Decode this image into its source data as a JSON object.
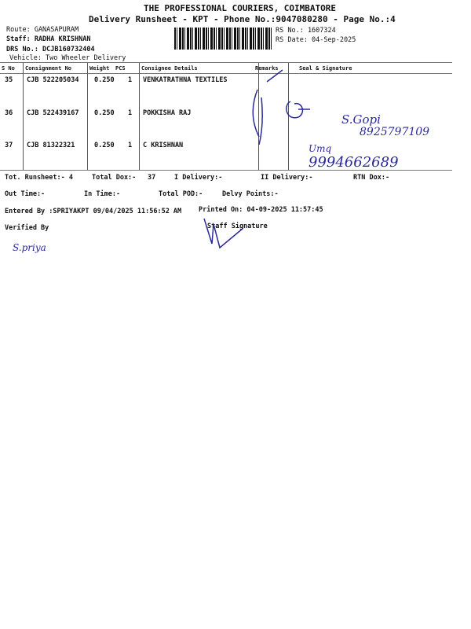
{
  "header": {
    "company": "THE PROFESSIONAL COURIERS, COIMBATORE",
    "subtitle": "Delivery Runsheet - KPT - Phone No.:9047080280 - Page No.:4",
    "route": "Route:  GANASAPURAM",
    "staff": "Staff: RADHA KRISHNAN",
    "drs": "DRS No.: DCJB160732404",
    "vehicle": "Vehicle: Two Wheeler Delivery",
    "rs_no": "RS No.: 1607324",
    "rs_date": "RS Date: 04-Sep-2025"
  },
  "table": {
    "columns": [
      "S No",
      "Consignment No",
      "Weight",
      "PCS",
      "Consignee Details",
      "Remarks",
      "Seal & Signature"
    ],
    "rows": [
      {
        "sno": "35",
        "consignment": "CJB 522205034",
        "weight": "0.250",
        "pcs": "1",
        "consignee": "VENKATRATHNA TEXTILES"
      },
      {
        "sno": "36",
        "consignment": "CJB 522439167",
        "weight": "0.250",
        "pcs": "1",
        "consignee": "POKKISHA RAJ"
      },
      {
        "sno": "37",
        "consignment": "CJB 81322321",
        "weight": "0.250",
        "pcs": "1",
        "consignee": "C KRISHNAN"
      }
    ]
  },
  "summary": {
    "tot_runsheet": "Tot. Runsheet:- 4",
    "total_dox": "Total Dox:-",
    "total_dox_value": "37",
    "i_delivery": "I Delivery:-",
    "ii_delivery": "II Delivery:-",
    "rtn_dox": "RTN Dox:-",
    "out_time": "Out Time:-",
    "in_time": "In Time:-",
    "total_pod": "Total POD:-",
    "delvy_points": "Delvy Points:-",
    "entered_by": "Entered By :SPRIYAKPT 09/04/2025 11:56:52 AM",
    "printed_on": "Printed On: 04-09-2025 11:57:45",
    "verified_by": "Verified By",
    "staff_signature": "Staff Signature"
  },
  "handwriting": {
    "sign_name": "S.Gopi",
    "sign_phone": "8925797109",
    "sign2_label": "Umq",
    "sign2_phone": "9994662689",
    "verifier": "S.priya"
  }
}
